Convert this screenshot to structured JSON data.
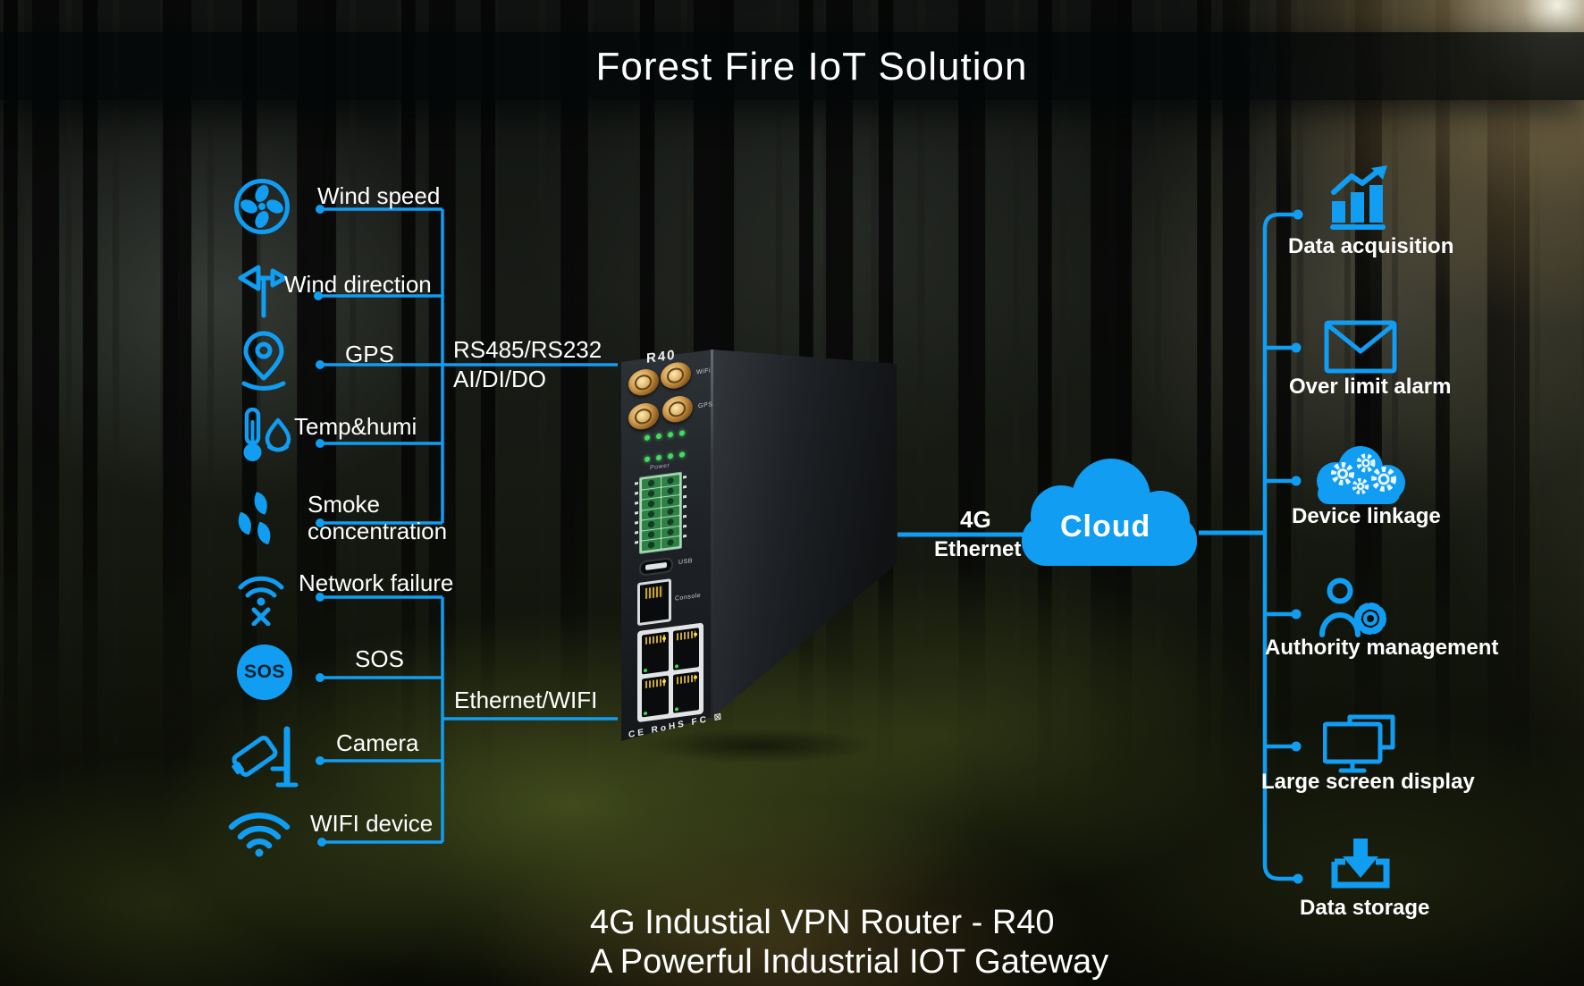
{
  "title": "Forest Fire IoT Solution",
  "theme": {
    "accent": "#109df2",
    "text": "#ffffff"
  },
  "sensors": [
    {
      "label": "Wind speed",
      "icon": "fan-icon"
    },
    {
      "label": "Wind direction",
      "icon": "wind-vane-icon"
    },
    {
      "label": "GPS",
      "icon": "gps-pin-icon"
    },
    {
      "label": "Temp&humi",
      "icon": "thermometer-humidity-icon"
    },
    {
      "label": "Smoke concentration",
      "icon": "smoke-icon"
    },
    {
      "label": "Network failure",
      "icon": "network-failure-icon"
    },
    {
      "label": "SOS",
      "icon": "sos-icon"
    },
    {
      "label": "Camera",
      "icon": "cctv-camera-icon"
    },
    {
      "label": "WIFI device",
      "icon": "wifi-icon"
    }
  ],
  "bus": {
    "serial_label": "RS485/RS232",
    "io_label": "AI/DI/DO",
    "lan_label": "Ethernet/WIFI"
  },
  "uplink": {
    "line1": "4G",
    "line2": "Ethernet"
  },
  "cloud": {
    "label": "Cloud"
  },
  "router": {
    "model": "R40",
    "antenna_label_wifi": "WiFi",
    "antenna_label_gps": "GPS",
    "power_label": "Power",
    "usb_label": "USB",
    "console_label": "Console",
    "certifications": "CE RoHS FC ⊠"
  },
  "features": [
    {
      "label": "Data acquisition",
      "icon": "bar-chart-icon"
    },
    {
      "label": "Over limit alarm",
      "icon": "envelope-icon"
    },
    {
      "label": "Device linkage",
      "icon": "cloud-gears-icon"
    },
    {
      "label": "Authority management",
      "icon": "user-gear-icon"
    },
    {
      "label": "Large screen display",
      "icon": "monitor-icon"
    },
    {
      "label": "Data storage",
      "icon": "download-icon"
    }
  ],
  "footer": {
    "line1": "4G Industial VPN Router - R40",
    "line2": "A Powerful Industrial IOT Gateway"
  }
}
